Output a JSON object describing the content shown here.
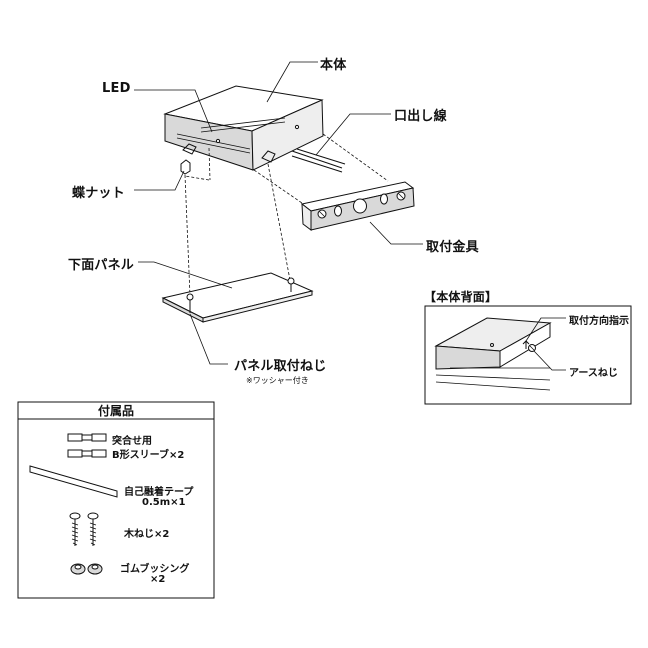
{
  "labels": {
    "body": "本体",
    "led": "LED",
    "outlet_wire": "口出し線",
    "wing_nut": "蝶ナット",
    "mounting_bracket": "取付金具",
    "bottom_panel": "下面パネル",
    "panel_screw": "パネル取付ねじ",
    "washer_note": "※ワッシャー付き"
  },
  "rear_view": {
    "title": "【本体背面】",
    "direction_mark": "取付方向指示",
    "ground_screw": "アースねじ"
  },
  "accessories": {
    "title": "付属品",
    "sleeve_line1": "突合せ用",
    "sleeve_line2": "B形スリーブ×2",
    "tape_line1": "自己融着テープ",
    "tape_line2": "0.5m×1",
    "wood_screw": "木ねじ×2",
    "bushing_line1": "ゴムブッシング",
    "bushing_line2": "×2"
  },
  "colors": {
    "stroke": "#111111",
    "face_light": "#ffffff",
    "face_shade": "#d9d9d9",
    "face_mid": "#eeeeee"
  }
}
